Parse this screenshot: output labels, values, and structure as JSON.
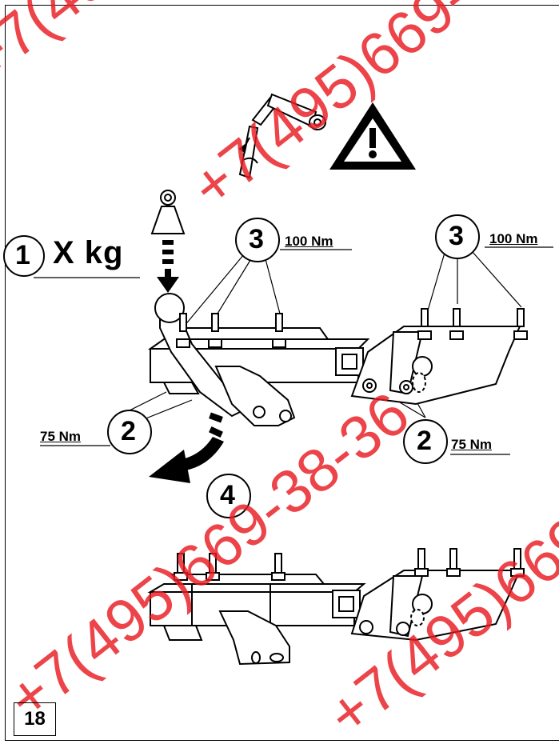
{
  "labels": {
    "step1_number": "1",
    "step1_load": "X kg",
    "step2_number_left": "2",
    "step2_torque_left": "75 Nm",
    "step2_number_right": "2",
    "step2_torque_right": "75 Nm",
    "step3_number_left": "3",
    "step3_torque_left": "100 Nm",
    "step3_number_right": "3",
    "step3_torque_right": "100 Nm",
    "step4_number": "4"
  },
  "page_number": "18",
  "watermark": {
    "text": "+7(495)669-38-36",
    "color": "#e81c22"
  },
  "icons": [
    "torque-wrench-icon",
    "warning-triangle-icon",
    "weight-icon"
  ]
}
